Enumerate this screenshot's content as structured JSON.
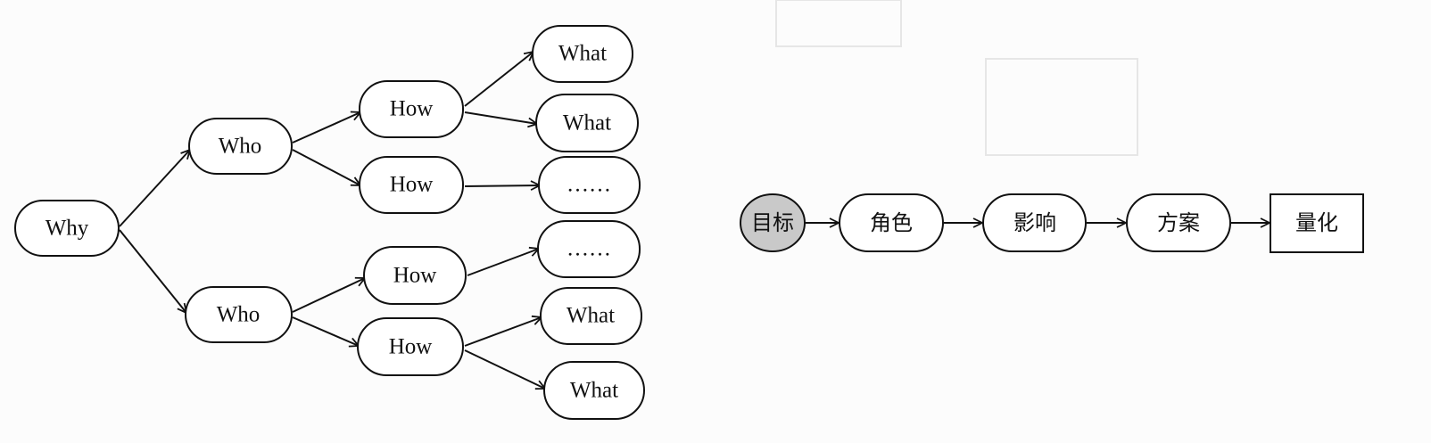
{
  "left_tree": {
    "root": "Why",
    "who_1": "Who",
    "who_2": "Who",
    "how_1": "How",
    "how_2": "How",
    "how_3": "How",
    "how_4": "How",
    "what_1": "What",
    "what_2": "What",
    "ellipsis_1": "……",
    "ellipsis_2": "……",
    "what_3": "What",
    "what_4": "What"
  },
  "right_flow": {
    "goal": "目标",
    "role": "角色",
    "impact": "影响",
    "plan": "方案",
    "quantify": "量化"
  },
  "colors": {
    "stroke": "#111111",
    "node_fill": "#ffffff",
    "goal_fill": "#c9c9c9",
    "background": "#fcfcfc"
  }
}
